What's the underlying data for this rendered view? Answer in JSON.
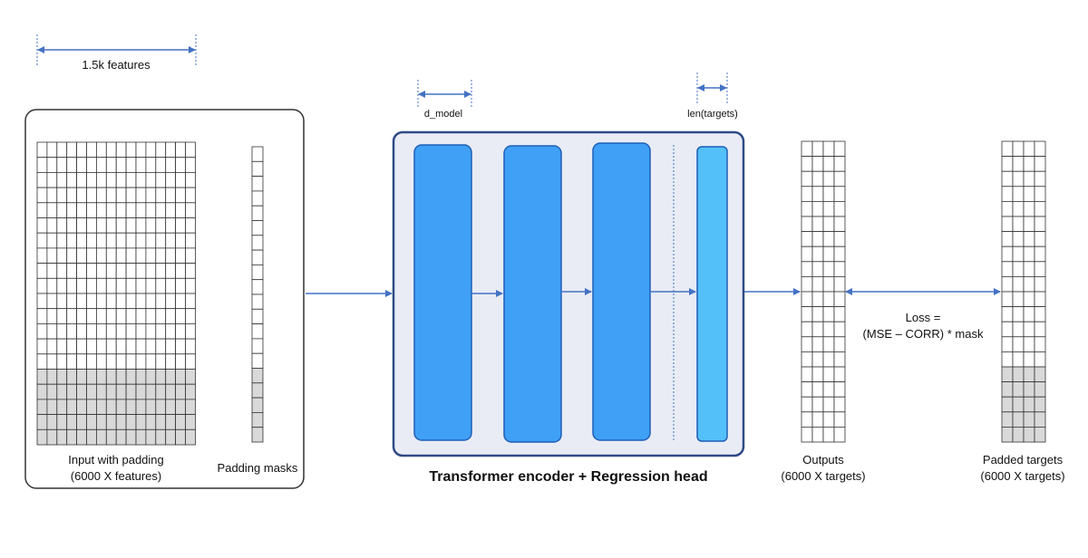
{
  "annotations": {
    "features_width": "1.5k features",
    "d_model": "d_model",
    "len_targets": "len(targets)"
  },
  "input_panel": {
    "input_label_line1": "Input with padding",
    "input_label_line2": "(6000 X features)",
    "mask_label": "Padding masks"
  },
  "model": {
    "title": "Transformer encoder + Regression head"
  },
  "outputs": {
    "label_line1": "Outputs",
    "label_line2": "(6000 X targets)"
  },
  "loss": {
    "line1": "Loss =",
    "line2": "(MSE – CORR) * mask"
  },
  "targets": {
    "label_line1": "Padded targets",
    "label_line2": "(6000 X targets)"
  },
  "colors": {
    "arrow": "#4472c4",
    "panel_border": "#2f4a86",
    "panel_fill": "#e9ecf5",
    "block_fill": "#3fa0f5",
    "block_border": "#1f5fb8",
    "head_fill": "#53c0fa",
    "grid_line": "#333333",
    "pad_fill": "#d9d9d9"
  }
}
